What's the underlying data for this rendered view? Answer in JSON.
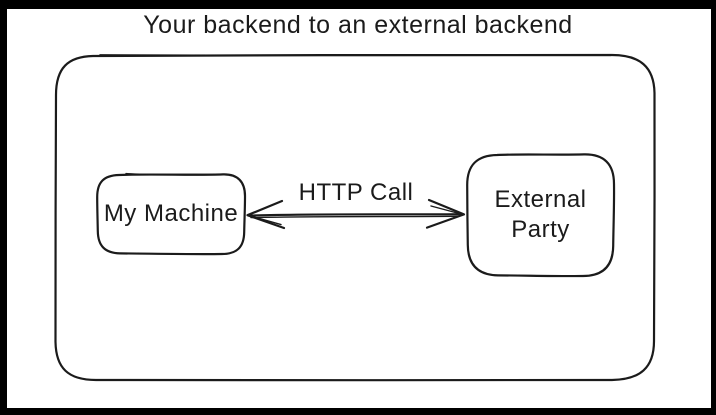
{
  "frame": {
    "background": "#ffffff",
    "border_color": "#000000"
  },
  "diagram": {
    "title": "Your backend to an external backend",
    "style": "hand-drawn-sketch",
    "stroke_color": "#1b1b1b",
    "container": {
      "shape": "rounded-rectangle",
      "label": ""
    },
    "nodes": {
      "my_machine": {
        "label": "My Machine",
        "shape": "rounded-rectangle"
      },
      "external_party": {
        "label": "External Party",
        "shape": "rounded-rectangle"
      }
    },
    "edge": {
      "label": "HTTP Call",
      "from": "My Machine",
      "to": "External Party",
      "style": "double-headed-arrow"
    }
  }
}
